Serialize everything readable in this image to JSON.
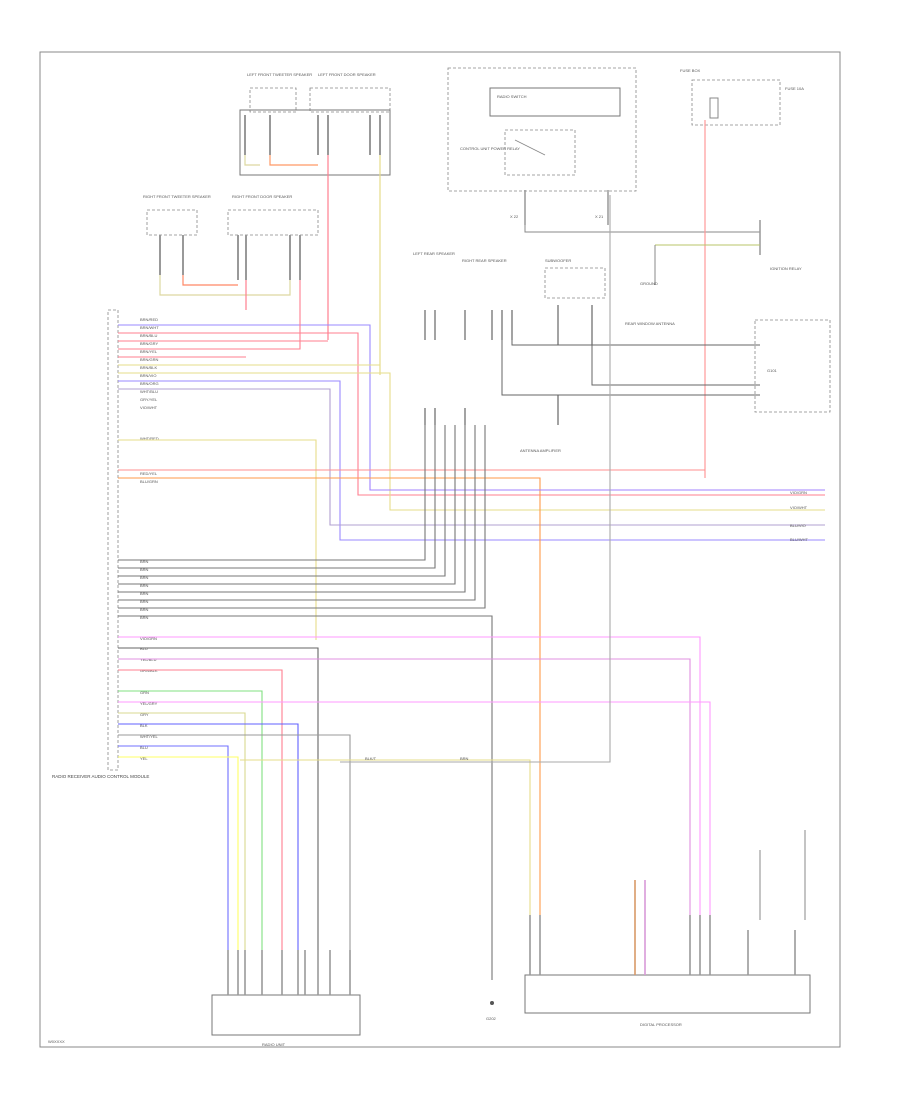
{
  "page": {
    "id_label": "W0XXXX"
  },
  "components": {
    "lf_door_tweeter": "LEFT FRONT TWEETER SPEAKER",
    "lf_door_speaker": "LEFT FRONT DOOR SPEAKER",
    "rf_door_tweeter": "RIGHT FRONT TWEETER SPEAKER",
    "rf_door_speaker": "RIGHT FRONT DOOR SPEAKER",
    "audio_control_unit": "RADIO RECEIVER\nAUDIO CONTROL MODULE",
    "ignition_relay": "IGNITION RELAY",
    "relay_coil_label": "CONTROL UNIT POWER RELAY",
    "fuse_box": "FUSE BOX",
    "fuse_label": "FUSE\n10A",
    "left_rear_speaker": "LEFT REAR SPEAKER",
    "right_rear_speaker": "RIGHT REAR SPEAKER",
    "subwoofer": "SUBWOOFER",
    "antenna_amp": "ANTENNA AMPLIFIER",
    "rear_window_antenna": "REAR WINDOW ANTENNA",
    "amp_ground": "GROUND",
    "front_ground": "G101",
    "switch_box": "RADIO SWITCH",
    "digital_processor": "DIGITAL PROCESSOR",
    "radio_unit": "RADIO UNIT",
    "ground_symbol": "G202",
    "conn_a_label": "X 22",
    "conn_b_label": "X 21"
  },
  "wire_labels": {
    "left_block": [
      "BRN/RED",
      "BRN/WHT",
      "BRN/BLU",
      "BRN/GRY",
      "BRN/YEL",
      "BRN/GRN",
      "BRN/BLK",
      "BRN/VIO",
      "BRN/ORG",
      "WHT/BLU",
      "GRY/YEL",
      "VIO/WHT",
      "WHT/RED",
      "RED/YEL",
      "BLU/GRN"
    ],
    "mid_block": [
      "BRN",
      "BRN",
      "BRN",
      "BRN",
      "BRN",
      "BRN",
      "BRN",
      "BRN"
    ],
    "low_block": [
      "VIO/GRN",
      "BLU",
      "YEL/BLU",
      "GRN/BLK",
      "GRN",
      "YEL/GRY",
      "GRY",
      "BLK",
      "WHT/YEL",
      "BLU",
      "YEL"
    ],
    "right_out": [
      "VIO/GRN",
      "VIO/WHT",
      "BLU/VIO",
      "BLU/WHT"
    ],
    "bottom_mid": [
      "BLK/T",
      "BRN"
    ]
  }
}
